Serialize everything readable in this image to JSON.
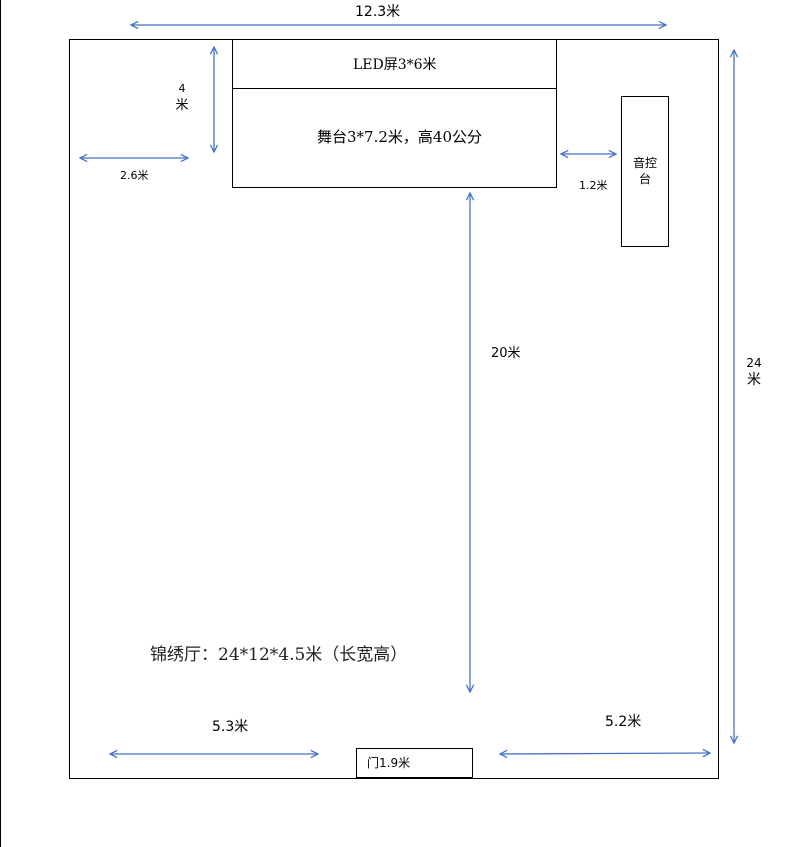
{
  "dimensions": {
    "width_top": "12.3米",
    "stage_depth_num": "4",
    "stage_depth_unit": "米",
    "left_gap": "2.6米",
    "console_gap": "1.2米",
    "stage_to_door": "20米",
    "height_right_num": "24",
    "height_right_unit": "米",
    "bottom_left": "5.3米",
    "bottom_right": "5.2米"
  },
  "stage": {
    "led_label": "LED屏3*6米",
    "stage_label": "舞台3*7.2米，高40公分"
  },
  "console": {
    "label_line1": "音控",
    "label_line2": "台"
  },
  "door": {
    "label": "门1.9米"
  },
  "hall": {
    "label": "锦绣厅：24*12*4.5米（长宽高）"
  },
  "colors": {
    "arrow": "#4472C4",
    "outline": "#000000"
  }
}
